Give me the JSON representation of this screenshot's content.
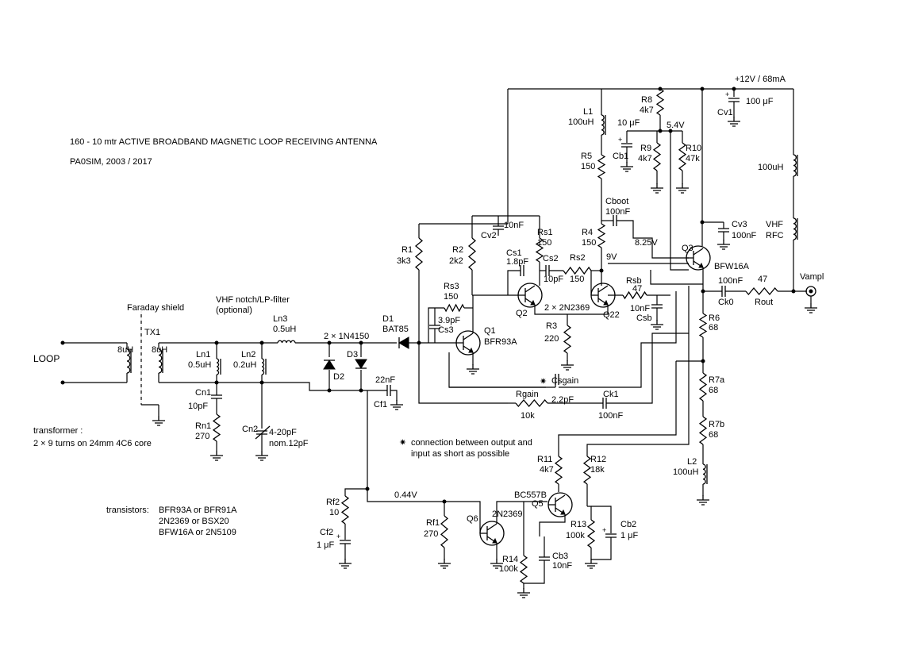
{
  "header": {
    "title": "160 - 10 mtr   ACTIVE BROADBAND MAGNETIC LOOP RECEIVING ANTENNA",
    "author": "PA0SIM, 2003 / 2017"
  },
  "notes": {
    "loop": "LOOP",
    "faraday": "Faraday shield",
    "filter1": "VHF notch/LP-filter",
    "filter2": "(optional)",
    "transformer1": "transformer :",
    "transformer2": "2 × 9 turns on 24mm 4C6 core",
    "asterisk1": "connection between output and",
    "asterisk2": "input as short as possible",
    "supply": "+12V / 68mA",
    "output": "Vampl",
    "transistors_head": "transistors:",
    "t1": "BFR93A  or  BFR91A",
    "t2": "2N2369  or  BSX20",
    "t3": "BFW16A  or  2N5109",
    "dual_diode": "2 × 1N4150",
    "dual_tr": "2 × 2N2369"
  },
  "voltages": {
    "v544": "5.4V",
    "v825": "8.25V",
    "v9": "9V",
    "v044": "0.44V"
  },
  "components": {
    "TX1": "TX1",
    "TXp": "8uH",
    "TXs": "8uH",
    "Ln1": "Ln1",
    "Ln1v": "0.5uH",
    "Cn1": "Cn1",
    "Cn1v": "10pF",
    "Rn1": "Rn1",
    "Rn1v": "270",
    "Ln2": "Ln2",
    "Ln2v": "0.2uH",
    "Cn2": "Cn2",
    "Cn2v": "4-20pF",
    "Cn2n": "nom.12pF",
    "Ln3": "Ln3",
    "Ln3v": "0.5uH",
    "D1": "D1",
    "D1v": "BAT85",
    "D2": "D2",
    "D3": "D3",
    "Cf1": "Cf1",
    "Cf1v": "22nF",
    "R1": "R1",
    "R1v": "3k3",
    "R2": "R2",
    "R2v": "2k2",
    "Rs3": "Rs3",
    "Rs3v": "150",
    "Cs3": "Cs3",
    "Cs3v": "3.9pF",
    "Q1": "Q1",
    "Q1v": "BFR93A",
    "Cv2": "Cv2",
    "Cv2v": "10nF",
    "Rs1": "Rs1",
    "Rs1v": "150",
    "Cs1": "Cs1",
    "Cs1v": "1.8pF",
    "Cs2": "Cs2",
    "Cs2v": "10pF",
    "Rs2": "Rs2",
    "Rs2v": "150",
    "Q2": "Q2",
    "Q22": "Q22",
    "R3": "R3",
    "R3v": "220",
    "R4": "R4",
    "R4v": "150",
    "R5": "R5",
    "R5v": "150",
    "L1": "L1",
    "L1v": "100uH",
    "Cboot": "Cboot",
    "Cbootv": "100nF",
    "R8": "R8",
    "R8v": "4k7",
    "R9": "R9",
    "R9v": "4k7",
    "R10": "R10",
    "R10v": "47k",
    "Cb1": "Cb1",
    "Cb1v": "10 μF",
    "Cv1": "Cv1",
    "Cv1v": "100 μF",
    "Cv3": "Cv3",
    "Cv3v": "100nF",
    "L100": "100uH",
    "VHF": "VHF",
    "RFC": "RFC",
    "Q3": "Q3",
    "Q3v": "BFW16A",
    "Rsb": "Rsb",
    "Rsbv": "47",
    "Csb": "Csb",
    "Csbv": "10nF",
    "Ck0": "Ck0",
    "Ck0v": "100nF",
    "Rout": "Rout",
    "Routv": "47",
    "R6": "R6",
    "R6v": "68",
    "R7a": "R7a",
    "R7av": "68",
    "R7b": "R7b",
    "R7bv": "68",
    "L2": "L2",
    "L2v": "100uH",
    "Csgain": "Csgain",
    "Csgainv": "2.2pF",
    "Rgain": "Rgain",
    "Rgainv": "10k",
    "Ck1": "Ck1",
    "Ck1v": "100nF",
    "R11": "R11",
    "R11v": "4k7",
    "R12": "R12",
    "R12v": "18k",
    "Q5": "Q5",
    "Q5v": "BC557B",
    "Q6": "Q6",
    "Q6v": "2N2369",
    "R13": "R13",
    "R13v": "100k",
    "Cb2": "Cb2",
    "Cb2v": "1 μF",
    "R14": "R14",
    "R14v": "100k",
    "Cb3": "Cb3",
    "Cb3v": "10nF",
    "Rf1": "Rf1",
    "Rf1v": "270",
    "Rf2": "Rf2",
    "Rf2v": "10",
    "Cf2": "Cf2",
    "Cf2v": "1 μF"
  }
}
